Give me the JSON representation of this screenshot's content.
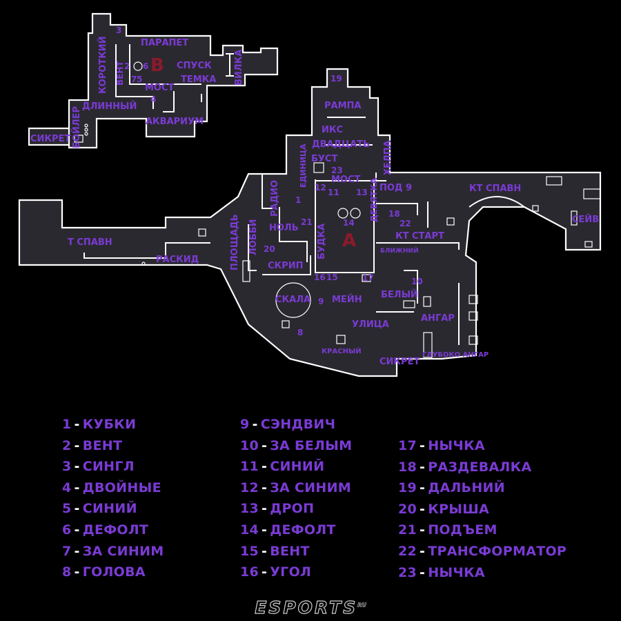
{
  "map": {
    "sites": {
      "a": "A",
      "b": "B"
    },
    "labels": {
      "t_spawn": "Т СПАВН",
      "raskid": "РАСКИД",
      "ploshad": "ПЛОЩАДЬ",
      "lobbi": "ЛОББИ",
      "radio": "РАДИО",
      "nol": "НОЛЬ",
      "skrip": "СКРИП",
      "skala": "СКАЛА",
      "mein": "МЕЙН",
      "ulitsa": "УЛИЦА",
      "krasny": "КРАСНЫЙ",
      "sikret_a": "СИКРЕТ",
      "glubokiy_angar": "ГЛУБОКО АНГАР",
      "angar": "АНГАР",
      "bely": "БЕЛЫЙ",
      "blizhniy": "БЛИЖНИЙ",
      "kt_start": "КТ СТАРТ",
      "kt_spawn": "КТ СПАВН",
      "seyv": "СЕЙВ",
      "pod_9": "ПОД 9",
      "helpa": "ХЕЛПА",
      "devyatka": "ДЕВЯТКА",
      "budka": "БУДКА",
      "most_a": "МОСТ",
      "bust": "БУСТ",
      "edinitsa": "ЕДИНИЦА",
      "dvadtsat": "ДВАДЦАТЬ",
      "iks": "ИКС",
      "rampa": "РАМПА",
      "sikret_b": "СИКРЕТ",
      "boyler": "БОЙЛЕР",
      "dlinny": "ДЛИННЫЙ",
      "korotkiy": "КОРОТКИЙ",
      "vent": "ВЕНТ",
      "paralet": "ПАРАПЕТ",
      "spusk": "СПУСК",
      "temka": "ТЕМКА",
      "most_b": "МОСТ",
      "vilka": "ВИЛКА",
      "akvarium": "АКВАРИУМ"
    },
    "numbers": {
      "n1": "1",
      "n2": "2",
      "n3": "3",
      "n4": "4",
      "n5": "5",
      "n6": "6",
      "n7": "7",
      "n8": "8",
      "n9": "9",
      "n10": "10",
      "n11": "11",
      "n12": "12",
      "n13": "13",
      "n14": "14",
      "n15": "15",
      "n16": "16",
      "n17": "17",
      "n18": "18",
      "n19": "19",
      "n20": "20",
      "n21": "21",
      "n22": "22",
      "n23": "23"
    }
  },
  "legend": [
    {
      "num": "1",
      "name": "КУБКИ"
    },
    {
      "num": "2",
      "name": "ВЕНТ"
    },
    {
      "num": "3",
      "name": "СИНГЛ"
    },
    {
      "num": "4",
      "name": "ДВОЙНЫЕ"
    },
    {
      "num": "5",
      "name": "СИНИЙ"
    },
    {
      "num": "6",
      "name": "ДЕФОЛТ"
    },
    {
      "num": "7",
      "name": "ЗА СИНИМ"
    },
    {
      "num": "8",
      "name": "ГОЛОВА"
    },
    {
      "num": "9",
      "name": "СЭНДВИЧ"
    },
    {
      "num": "10",
      "name": "ЗА БЕЛЫМ"
    },
    {
      "num": "11",
      "name": "СИНИЙ"
    },
    {
      "num": "12",
      "name": "ЗА СИНИМ"
    },
    {
      "num": "13",
      "name": "ДРОП"
    },
    {
      "num": "14",
      "name": "ДЕФОЛТ"
    },
    {
      "num": "15",
      "name": "ВЕНТ"
    },
    {
      "num": "16",
      "name": "УГОЛ"
    },
    {
      "num": "17",
      "name": "НЫЧКА"
    },
    {
      "num": "18",
      "name": "РАЗДЕВАЛКА"
    },
    {
      "num": "19",
      "name": "ДАЛЬНИЙ"
    },
    {
      "num": "20",
      "name": "КРЫША"
    },
    {
      "num": "21",
      "name": "ПОДЪЕМ"
    },
    {
      "num": "22",
      "name": "ТРАНСФОРМАТОР"
    },
    {
      "num": "23",
      "name": "НЫЧКА"
    }
  ],
  "legend_separator": "-",
  "logo": {
    "main": "ESPORTS",
    "suffix": "RU"
  },
  "colors": {
    "label": "#7a3bd4",
    "site": "#8b1a2a",
    "floor": "#2b2930",
    "wall": "#ffffff",
    "background": "#000000"
  }
}
